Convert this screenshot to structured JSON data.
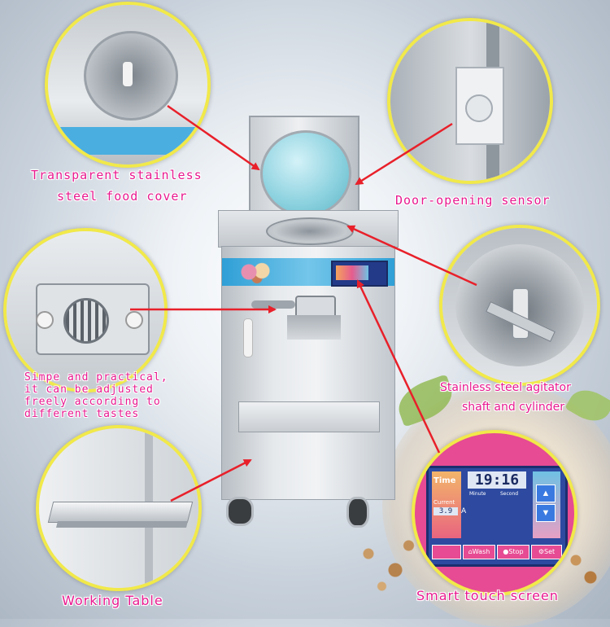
{
  "labels": {
    "cover_line1": "Transparent stainless",
    "cover_line2": "steel food cover",
    "door_sensor": "Door-opening sensor",
    "adjust_line1": "Simpe and practical,",
    "adjust_line2": "it can be adjusted",
    "adjust_line3": "freely according to",
    "adjust_line4": "different tastes",
    "agitator_line1": "Stainless steel agitator",
    "agitator_line2": "shaft and cylinder",
    "working_table": "Working Table",
    "touch_screen": "Smart touch screen"
  },
  "screen": {
    "time_label": "Time",
    "time_value": "19:16",
    "minute_label": "Minute",
    "second_label": "Second",
    "current_label": "Current",
    "current_value": "3.9",
    "current_unit": "A",
    "wash_label": "Wash",
    "stop_label": "Stop",
    "set_label": "Set"
  },
  "colors": {
    "label_pink": "#e8198f",
    "callout_border": "#f1e94a",
    "arrow_red": "#e8202a"
  }
}
